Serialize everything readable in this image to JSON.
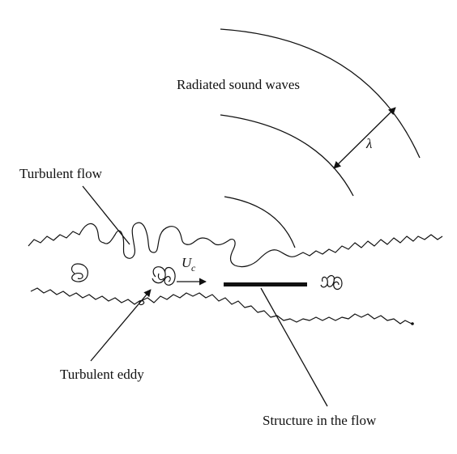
{
  "labels": {
    "sound_waves": "Radiated sound waves",
    "wavelength": "λ",
    "turbulent_flow": "Turbulent flow",
    "convection_velocity": "U",
    "convection_velocity_subscript": "c",
    "turbulent_eddy": "Turbulent eddy",
    "structure": "Structure in the flow"
  }
}
